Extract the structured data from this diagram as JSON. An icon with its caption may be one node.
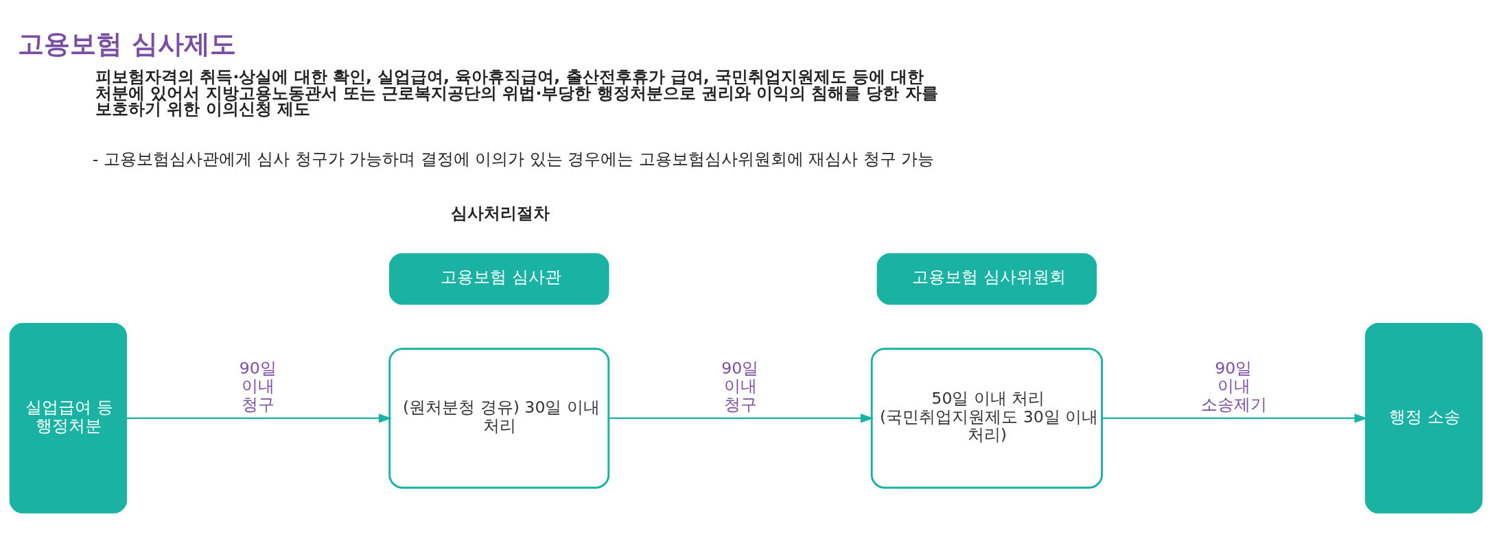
{
  "diagram": {
    "title": "고용보험 심사제도",
    "nodes": [
      {
        "text": [
          "실업급여 등 행정처분"
        ]
      },
      {
        "text": [
          "고용보험 심사관"
        ]
      },
      {
        "text": [
          "(원처분청 경유) 30일 이내 처리"
        ]
      },
      {
        "text": [
          "고용보험 심사위원회"
        ]
      },
      {
        "text": [
          "50일 이내 처리 (국민취업지원제도 30일 이내 처리)"
        ]
      },
      {
        "text": [
          "행정 소송"
        ]
      }
    ],
    "edges": [
      {
        "from": 0,
        "to": 2,
        "arrow": "to",
        "label": "90일 이내 청구"
      },
      {
        "from": 2,
        "to": 4,
        "arrow": "to",
        "label": "90일 이내 청구"
      },
      {
        "from": 4,
        "to": 5,
        "arrow": "to",
        "label": "90일 이내 소송제기"
      }
    ],
    "labels": [
      "피보험자격의 취득·상실에 대한 확인, 실업급여, 육아휴직급여, 출산전후휴가 급여, 국민취업지원제도 등에 대한 처분에 있어서 지방고용노동관서 또는 근로복지공단의 위법·부당한 행정처분으로 권리와 이익의 침해를 당한 자를 보호하기 위한 이의신청 제도",
      "- 고용보험심사관에게 심사 청구가 가능하며 결정에 이의가 있는 경우에는 고용보험심사위원회에 재심사 청구 가능",
      "심사처리절차"
    ]
  }
}
